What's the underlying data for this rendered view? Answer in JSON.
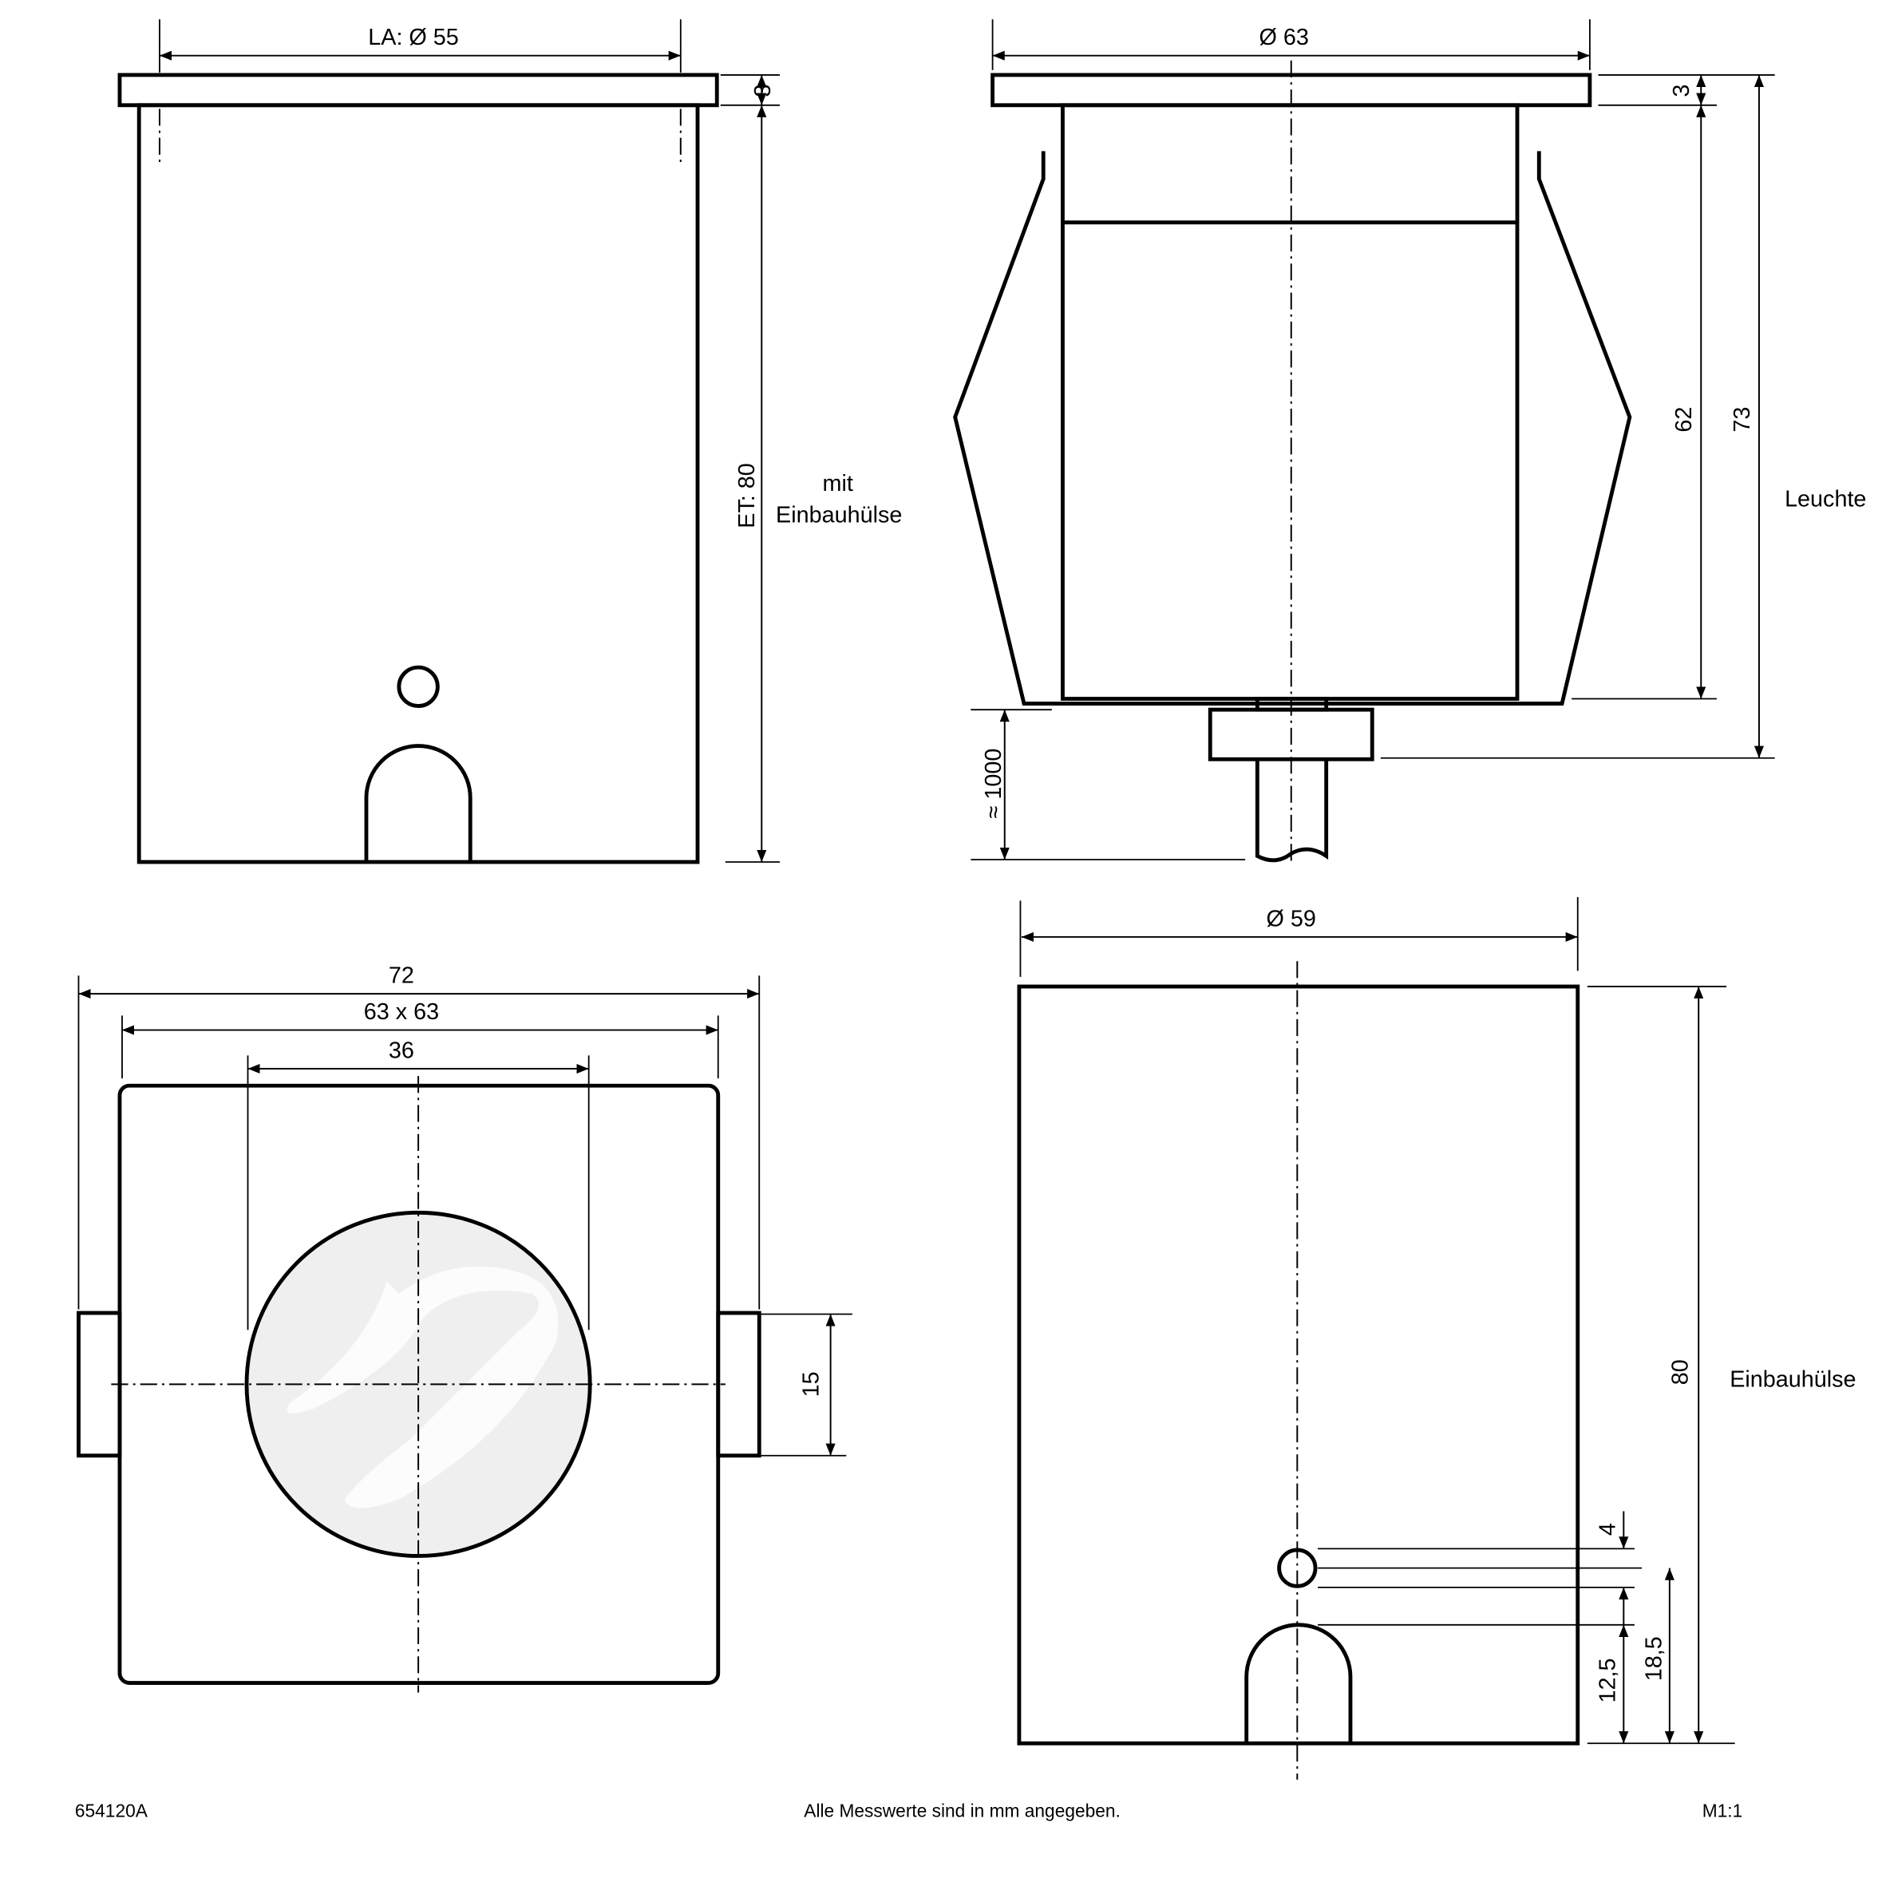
{
  "views": {
    "sleeve_side": {
      "dim_diameter": "LA: Ø 55",
      "dim_flange": "3",
      "dim_depth": "ET: 80",
      "label_line1": "mit",
      "label_line2": "Einbauhülse"
    },
    "luminaire_side": {
      "dim_diameter": "Ø 63",
      "dim_flange": "3",
      "dim_body": "62",
      "dim_total": "73",
      "dim_cable": "≈ 1000",
      "label": "Leuchte"
    },
    "top_view": {
      "dim_outer": "72",
      "dim_square": "63 x 63",
      "dim_lens": "36",
      "dim_tab": "15"
    },
    "sleeve_front": {
      "dim_diameter": "Ø 59",
      "dim_height": "80",
      "dim_hole": "4",
      "dim_notch": "12,5",
      "dim_hole_center": "18,5",
      "label": "Einbauhülse"
    }
  },
  "footer": {
    "article_number": "654120A",
    "note": "Alle Messwerte sind in mm angegeben.",
    "scale": "M1:1"
  }
}
